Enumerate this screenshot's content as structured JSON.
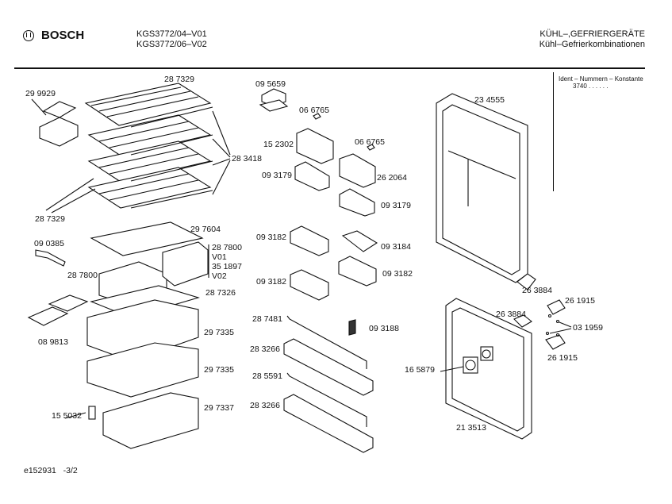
{
  "header": {
    "brand": "BOSCH",
    "models": [
      "KGS3772/04–V01",
      "KGS3772/06–V02"
    ],
    "category": "KÜHL–,GEFRIERGERÄTE",
    "subcategory": "Kühl–Gefrierkombinationen"
  },
  "ident": {
    "label": "Ident – Nummern – Konstante",
    "value": "3740 . . . . . ."
  },
  "parts": [
    "28 7329",
    "29 9929",
    "28 3418",
    "28 7329",
    "29 7604",
    "09 0385",
    "28 7800",
    "V01",
    "35 1897",
    "V02",
    "28 7800",
    "28 7326",
    "08 9813",
    "29 7335",
    "29 7335",
    "29 7337",
    "15 5032",
    "09 5659",
    "06 6765",
    "15 2302",
    "06 6765",
    "09 3179",
    "26 2064",
    "09 3179",
    "09 3182",
    "09 3184",
    "09 3182",
    "09 3182",
    "28 7481",
    "09 3188",
    "28 3266",
    "28 5591",
    "28 3266",
    "23 4555",
    "26 3884",
    "26 3884",
    "26 1915",
    "03 1959",
    "26 1915",
    "16 5879",
    "21 3513"
  ],
  "footer": "e152931   -3/2"
}
